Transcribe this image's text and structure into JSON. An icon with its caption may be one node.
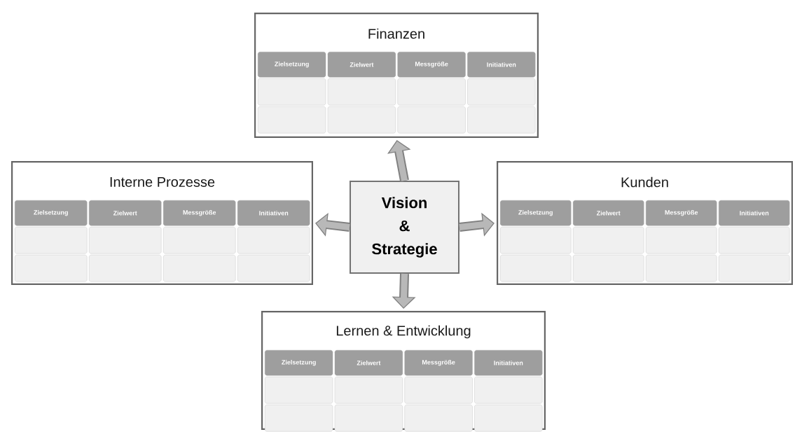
{
  "diagram": {
    "nodes": [
      {
        "text": [
          "Finanzen"
        ]
      },
      {
        "text": [
          "Zielsetzung"
        ],
        "in": 0
      },
      {
        "text": [
          "Zielwert"
        ],
        "in": 0
      },
      {
        "text": [
          "Messgröße"
        ],
        "in": 0
      },
      {
        "text": [
          "Initiativen"
        ],
        "in": 0
      },
      {
        "text": [],
        "shape": "box",
        "in": 0
      },
      {
        "text": [],
        "shape": "box",
        "in": 0
      },
      {
        "text": [],
        "shape": "box",
        "in": 0
      },
      {
        "text": [],
        "shape": "box",
        "in": 0
      },
      {
        "text": [],
        "shape": "box",
        "in": 0
      },
      {
        "text": [],
        "shape": "box",
        "in": 0
      },
      {
        "text": [],
        "shape": "box",
        "in": 0
      },
      {
        "text": [],
        "shape": "box",
        "in": 0
      },
      {
        "text": [
          "Interne Prozesse"
        ]
      },
      {
        "text": [
          "Zielsetzung"
        ],
        "in": 13
      },
      {
        "text": [
          "Zielwert"
        ],
        "in": 13
      },
      {
        "text": [
          "Messgröße"
        ],
        "in": 13
      },
      {
        "text": [
          "Initiativen"
        ],
        "in": 13
      },
      {
        "text": [],
        "shape": "box",
        "in": 13
      },
      {
        "text": [],
        "shape": "box",
        "in": 13
      },
      {
        "text": [],
        "shape": "box",
        "in": 13
      },
      {
        "text": [],
        "shape": "box",
        "in": 13
      },
      {
        "text": [],
        "shape": "box",
        "in": 13
      },
      {
        "text": [],
        "shape": "box",
        "in": 13
      },
      {
        "text": [],
        "shape": "box",
        "in": 13
      },
      {
        "text": [],
        "shape": "box",
        "in": 13
      },
      {
        "text": [
          "Vision & Strategie"
        ]
      },
      {
        "text": [
          "Kunden"
        ]
      },
      {
        "text": [
          "Zielsetzung"
        ],
        "in": 27
      },
      {
        "text": [
          "Zielwert"
        ],
        "in": 27
      },
      {
        "text": [
          "Messgröße"
        ],
        "in": 27
      },
      {
        "text": [
          "Initiativen"
        ],
        "in": 27
      },
      {
        "text": [],
        "shape": "box",
        "in": 27
      },
      {
        "text": [],
        "shape": "box",
        "in": 27
      },
      {
        "text": [],
        "shape": "box",
        "in": 27
      },
      {
        "text": [],
        "shape": "box",
        "in": 27
      },
      {
        "text": [],
        "shape": "box",
        "in": 27
      },
      {
        "text": [],
        "shape": "box",
        "in": 27
      },
      {
        "text": [],
        "shape": "box",
        "in": 27
      },
      {
        "text": [],
        "shape": "box",
        "in": 27
      },
      {
        "text": [
          "Lernen & Entwicklung"
        ]
      },
      {
        "text": [
          "Zielsetzung"
        ],
        "in": 40
      },
      {
        "text": [
          "Zielwert"
        ],
        "in": 40
      },
      {
        "text": [
          "Messgröße"
        ],
        "in": 40
      },
      {
        "text": [
          "Initiativen"
        ],
        "in": 40
      },
      {
        "text": [],
        "shape": "box",
        "in": 40
      },
      {
        "text": [],
        "shape": "box",
        "in": 40
      },
      {
        "text": [],
        "shape": "box",
        "in": 40
      },
      {
        "text": [],
        "shape": "box",
        "in": 40
      },
      {
        "text": [],
        "shape": "box",
        "in": 40
      },
      {
        "text": [],
        "shape": "box",
        "in": 40
      },
      {
        "text": [],
        "shape": "box",
        "in": 40
      },
      {
        "text": [],
        "shape": "box",
        "in": 40
      }
    ],
    "edges": [
      {
        "from": 26,
        "to": 0,
        "arrow": "to"
      },
      {
        "from": 26,
        "to": 13,
        "arrow": "to"
      },
      {
        "from": 26,
        "to": 27,
        "arrow": "to"
      },
      {
        "from": 26,
        "to": 40,
        "arrow": "to"
      }
    ]
  }
}
